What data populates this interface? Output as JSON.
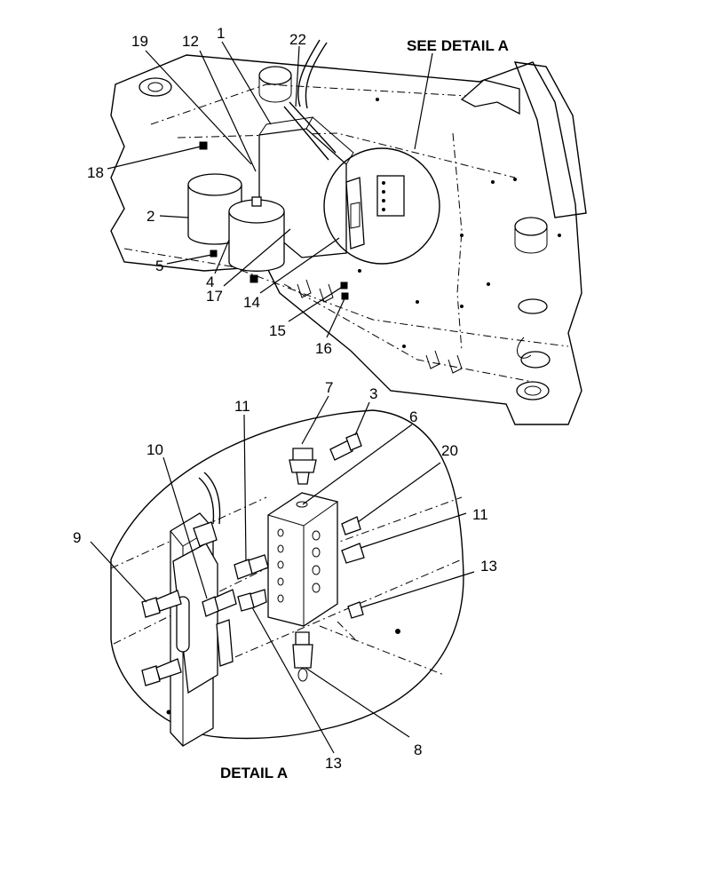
{
  "headings": {
    "see_detail": "SEE DETAIL  A",
    "detail": "DETAIL  A"
  },
  "callouts": {
    "c19": "19",
    "c12": "12",
    "c1": "1",
    "c22": "22",
    "c18": "18",
    "c2": "2",
    "c5": "5",
    "c4": "4",
    "c17": "17",
    "c14": "14",
    "c15": "15",
    "c16": "16",
    "c7": "7",
    "c3": "3",
    "c11a": "11",
    "c6": "6",
    "c10": "10",
    "c20": "20",
    "c9": "9",
    "c11b": "11",
    "c13a": "13",
    "c13b": "13",
    "c8": "8"
  }
}
